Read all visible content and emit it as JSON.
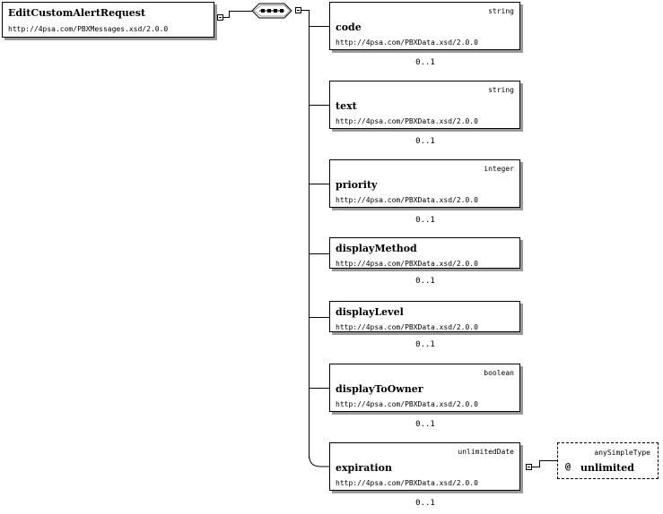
{
  "root": {
    "name": "EditCustomAlertRequest",
    "namespace": "http://4psa.com/PBXMessages.xsd/2.0.0"
  },
  "elements": [
    {
      "name": "code",
      "type": "string",
      "namespace": "http://4psa.com/PBXData.xsd/2.0.0",
      "cardinality": "0..1"
    },
    {
      "name": "text",
      "type": "string",
      "namespace": "http://4psa.com/PBXData.xsd/2.0.0",
      "cardinality": "0..1"
    },
    {
      "name": "priority",
      "type": "integer",
      "namespace": "http://4psa.com/PBXData.xsd/2.0.0",
      "cardinality": "0..1"
    },
    {
      "name": "displayMethod",
      "type": "",
      "namespace": "http://4psa.com/PBXData.xsd/2.0.0",
      "cardinality": "0..1"
    },
    {
      "name": "displayLevel",
      "type": "",
      "namespace": "http://4psa.com/PBXData.xsd/2.0.0",
      "cardinality": "0..1"
    },
    {
      "name": "displayToOwner",
      "type": "boolean",
      "namespace": "http://4psa.com/PBXData.xsd/2.0.0",
      "cardinality": "0..1"
    },
    {
      "name": "expiration",
      "type": "unlimitedDate",
      "namespace": "http://4psa.com/PBXData.xsd/2.0.0",
      "cardinality": "0..1"
    }
  ],
  "attribute": {
    "type": "anySimpleType",
    "symbol": "@",
    "name": "unlimited"
  }
}
